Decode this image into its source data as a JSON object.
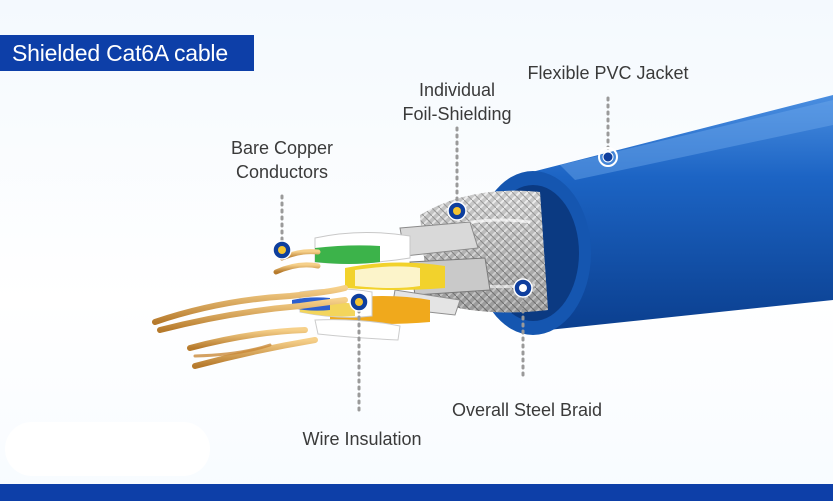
{
  "title": "Shielded Cat6A cable",
  "labels": {
    "bare_copper_line1": "Bare Copper",
    "bare_copper_line2": "Conductors",
    "foil_line1": "Individual",
    "foil_line2": "Foil-Shielding",
    "jacket": "Flexible PVC Jacket",
    "braid": "Overall Steel Braid",
    "insulation": "Wire Insulation"
  },
  "colors": {
    "brand": "#0d3fa8",
    "jacket": "#1c64c4",
    "copper": "#e0a850",
    "marker": "#0f3f9e",
    "marker_center": "#f4c430"
  }
}
